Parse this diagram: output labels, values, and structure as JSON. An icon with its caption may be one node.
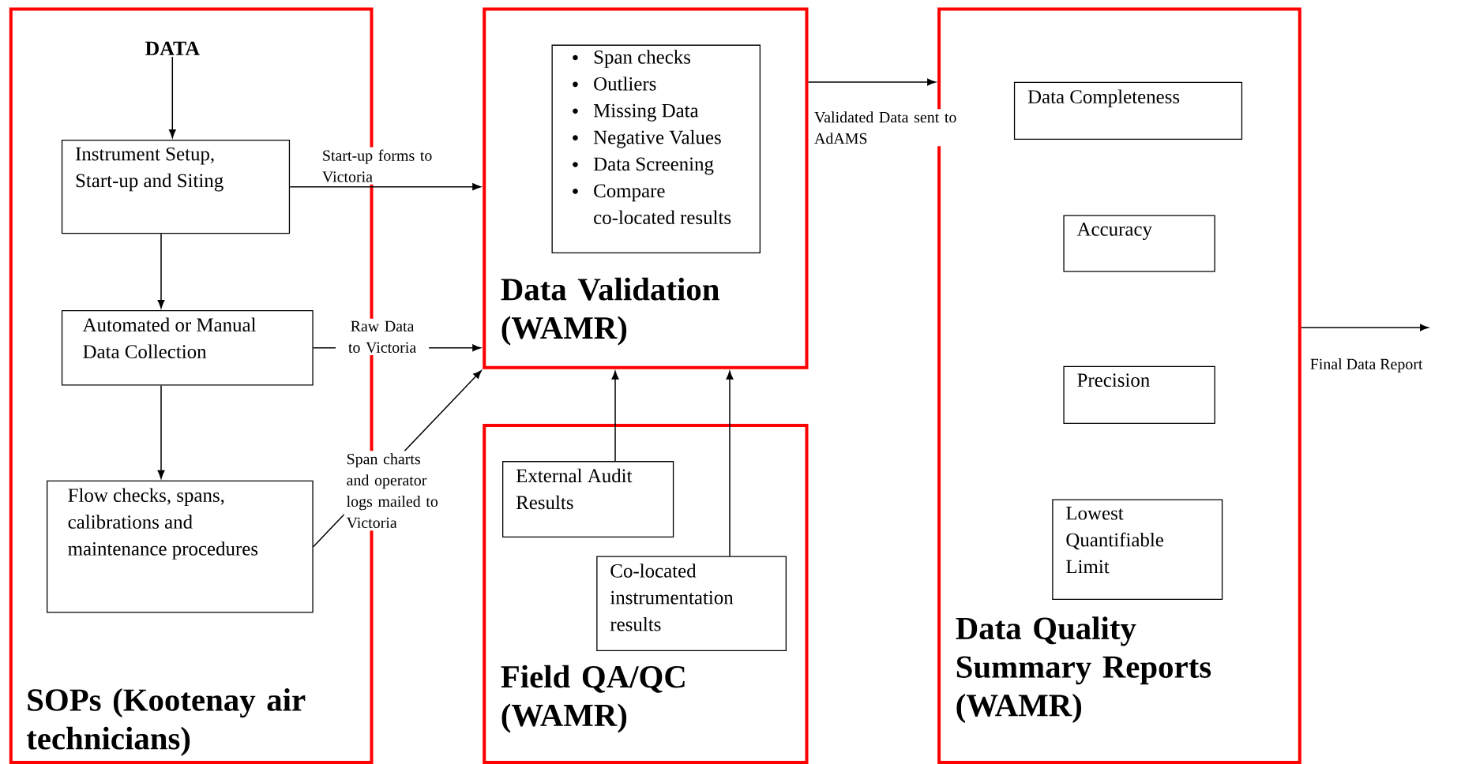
{
  "diagram": {
    "nodes": [
      {
        "text": [
          "SOPs (Kootenay air technicians)"
        ]
      },
      {
        "text": [
          "DATA"
        ],
        "in": 0
      },
      {
        "text": [
          "Instrument Setup, Start-up and Siting"
        ],
        "in": 0
      },
      {
        "text": [
          "Automated or Manual Data Collection"
        ],
        "in": 0
      },
      {
        "text": [
          "Flow checks, spans, calibrations and maintenance procedures"
        ],
        "in": 0
      },
      {
        "text": [
          "Data Validation (WAMR)"
        ]
      },
      {
        "text": [
          "Span checks",
          "Outliers",
          "Missing Data",
          "Negative Values",
          "Data Screening",
          "Compare co-located results"
        ],
        "in": 5
      },
      {
        "text": [
          "Field QA/QC (WAMR)"
        ]
      },
      {
        "text": [
          "External Audit Results"
        ],
        "in": 7
      },
      {
        "text": [
          "Co-located instrumentation results"
        ],
        "in": 7
      },
      {
        "text": [
          "Data Quality Summary Reports (WAMR)"
        ]
      },
      {
        "text": [
          "Data Completeness"
        ],
        "in": 10
      },
      {
        "text": [
          "Accuracy"
        ],
        "in": 10
      },
      {
        "text": [
          "Precision"
        ],
        "in": 10
      },
      {
        "text": [
          "Lowest Quantifiable Limit"
        ],
        "in": 10
      }
    ],
    "edges": [
      {
        "from": 1,
        "to": 2,
        "arrow": "to"
      },
      {
        "from": 2,
        "to": 3,
        "arrow": "to"
      },
      {
        "from": 3,
        "to": 4,
        "arrow": "to"
      },
      {
        "from": 2,
        "to": 5,
        "arrow": "to",
        "label": "Start-up forms to Victoria"
      },
      {
        "from": 3,
        "to": 5,
        "arrow": "to",
        "label": "Raw Data to Victoria"
      },
      {
        "from": 4,
        "to": 5,
        "arrow": "to",
        "label": "Span charts and operator logs mailed to Victoria"
      },
      {
        "from": 5,
        "to": 10,
        "arrow": "to",
        "label": "Validated Data sent to AdAMS"
      },
      {
        "from": 8,
        "to": 5,
        "arrow": "to"
      },
      {
        "from": 9,
        "to": 5,
        "arrow": "to"
      },
      {
        "from": 10,
        "to": null,
        "arrow": "to",
        "label": "Final Data Report"
      }
    ]
  }
}
